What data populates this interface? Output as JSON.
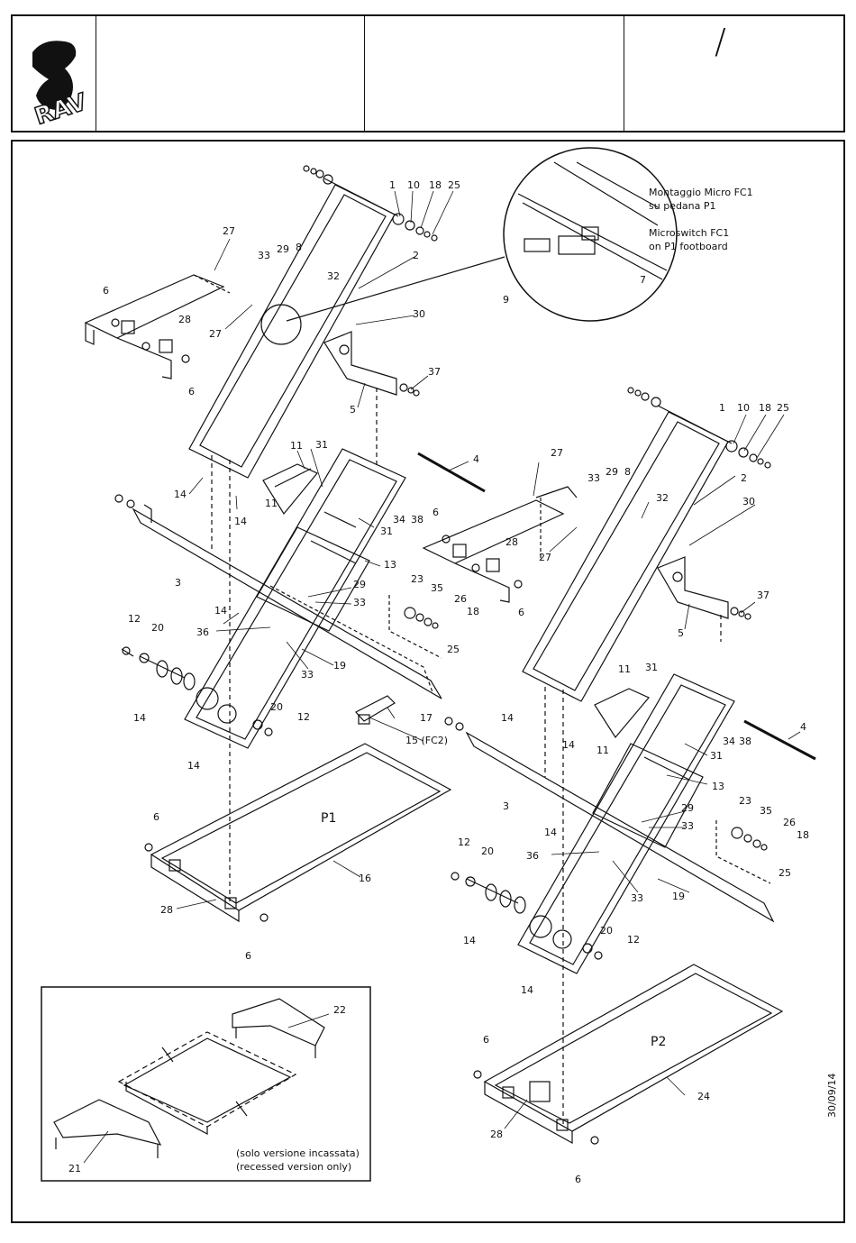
{
  "header": {
    "logo_text": "RAV",
    "cells": [
      "",
      "",
      ""
    ],
    "revision_mark": "/"
  },
  "date_stamp": "30/09/14",
  "detail_note": {
    "line_it_1": "Montaggio Micro FC1",
    "line_it_2": "su pedana P1",
    "line_en_1": "Microswitch FC1",
    "line_en_2": "on P1 footboard"
  },
  "inset_note": {
    "line_it": "(solo versione incassata)",
    "line_en": "(recessed version only)"
  },
  "platform_labels": {
    "p1": "P1",
    "p2": "P2"
  },
  "fc2_label": "15 (FC2)",
  "callouts": {
    "c1": "1",
    "c2": "2",
    "c3": "3",
    "c4": "4",
    "c5": "5",
    "c6": "6",
    "c7": "7",
    "c8": "8",
    "c9": "9",
    "c10": "10",
    "c11": "11",
    "c12": "12",
    "c13": "13",
    "c14": "14",
    "c16": "16",
    "c17": "17",
    "c18": "18",
    "c19": "19",
    "c20": "20",
    "c21": "21",
    "c22": "22",
    "c23": "23",
    "c24": "24",
    "c25": "25",
    "c26": "26",
    "c27": "27",
    "c28": "28",
    "c29": "29",
    "c30": "30",
    "c31": "31",
    "c32": "32",
    "c33": "33",
    "c34": "34",
    "c35": "35",
    "c36": "36",
    "c37": "37",
    "c38": "38"
  }
}
